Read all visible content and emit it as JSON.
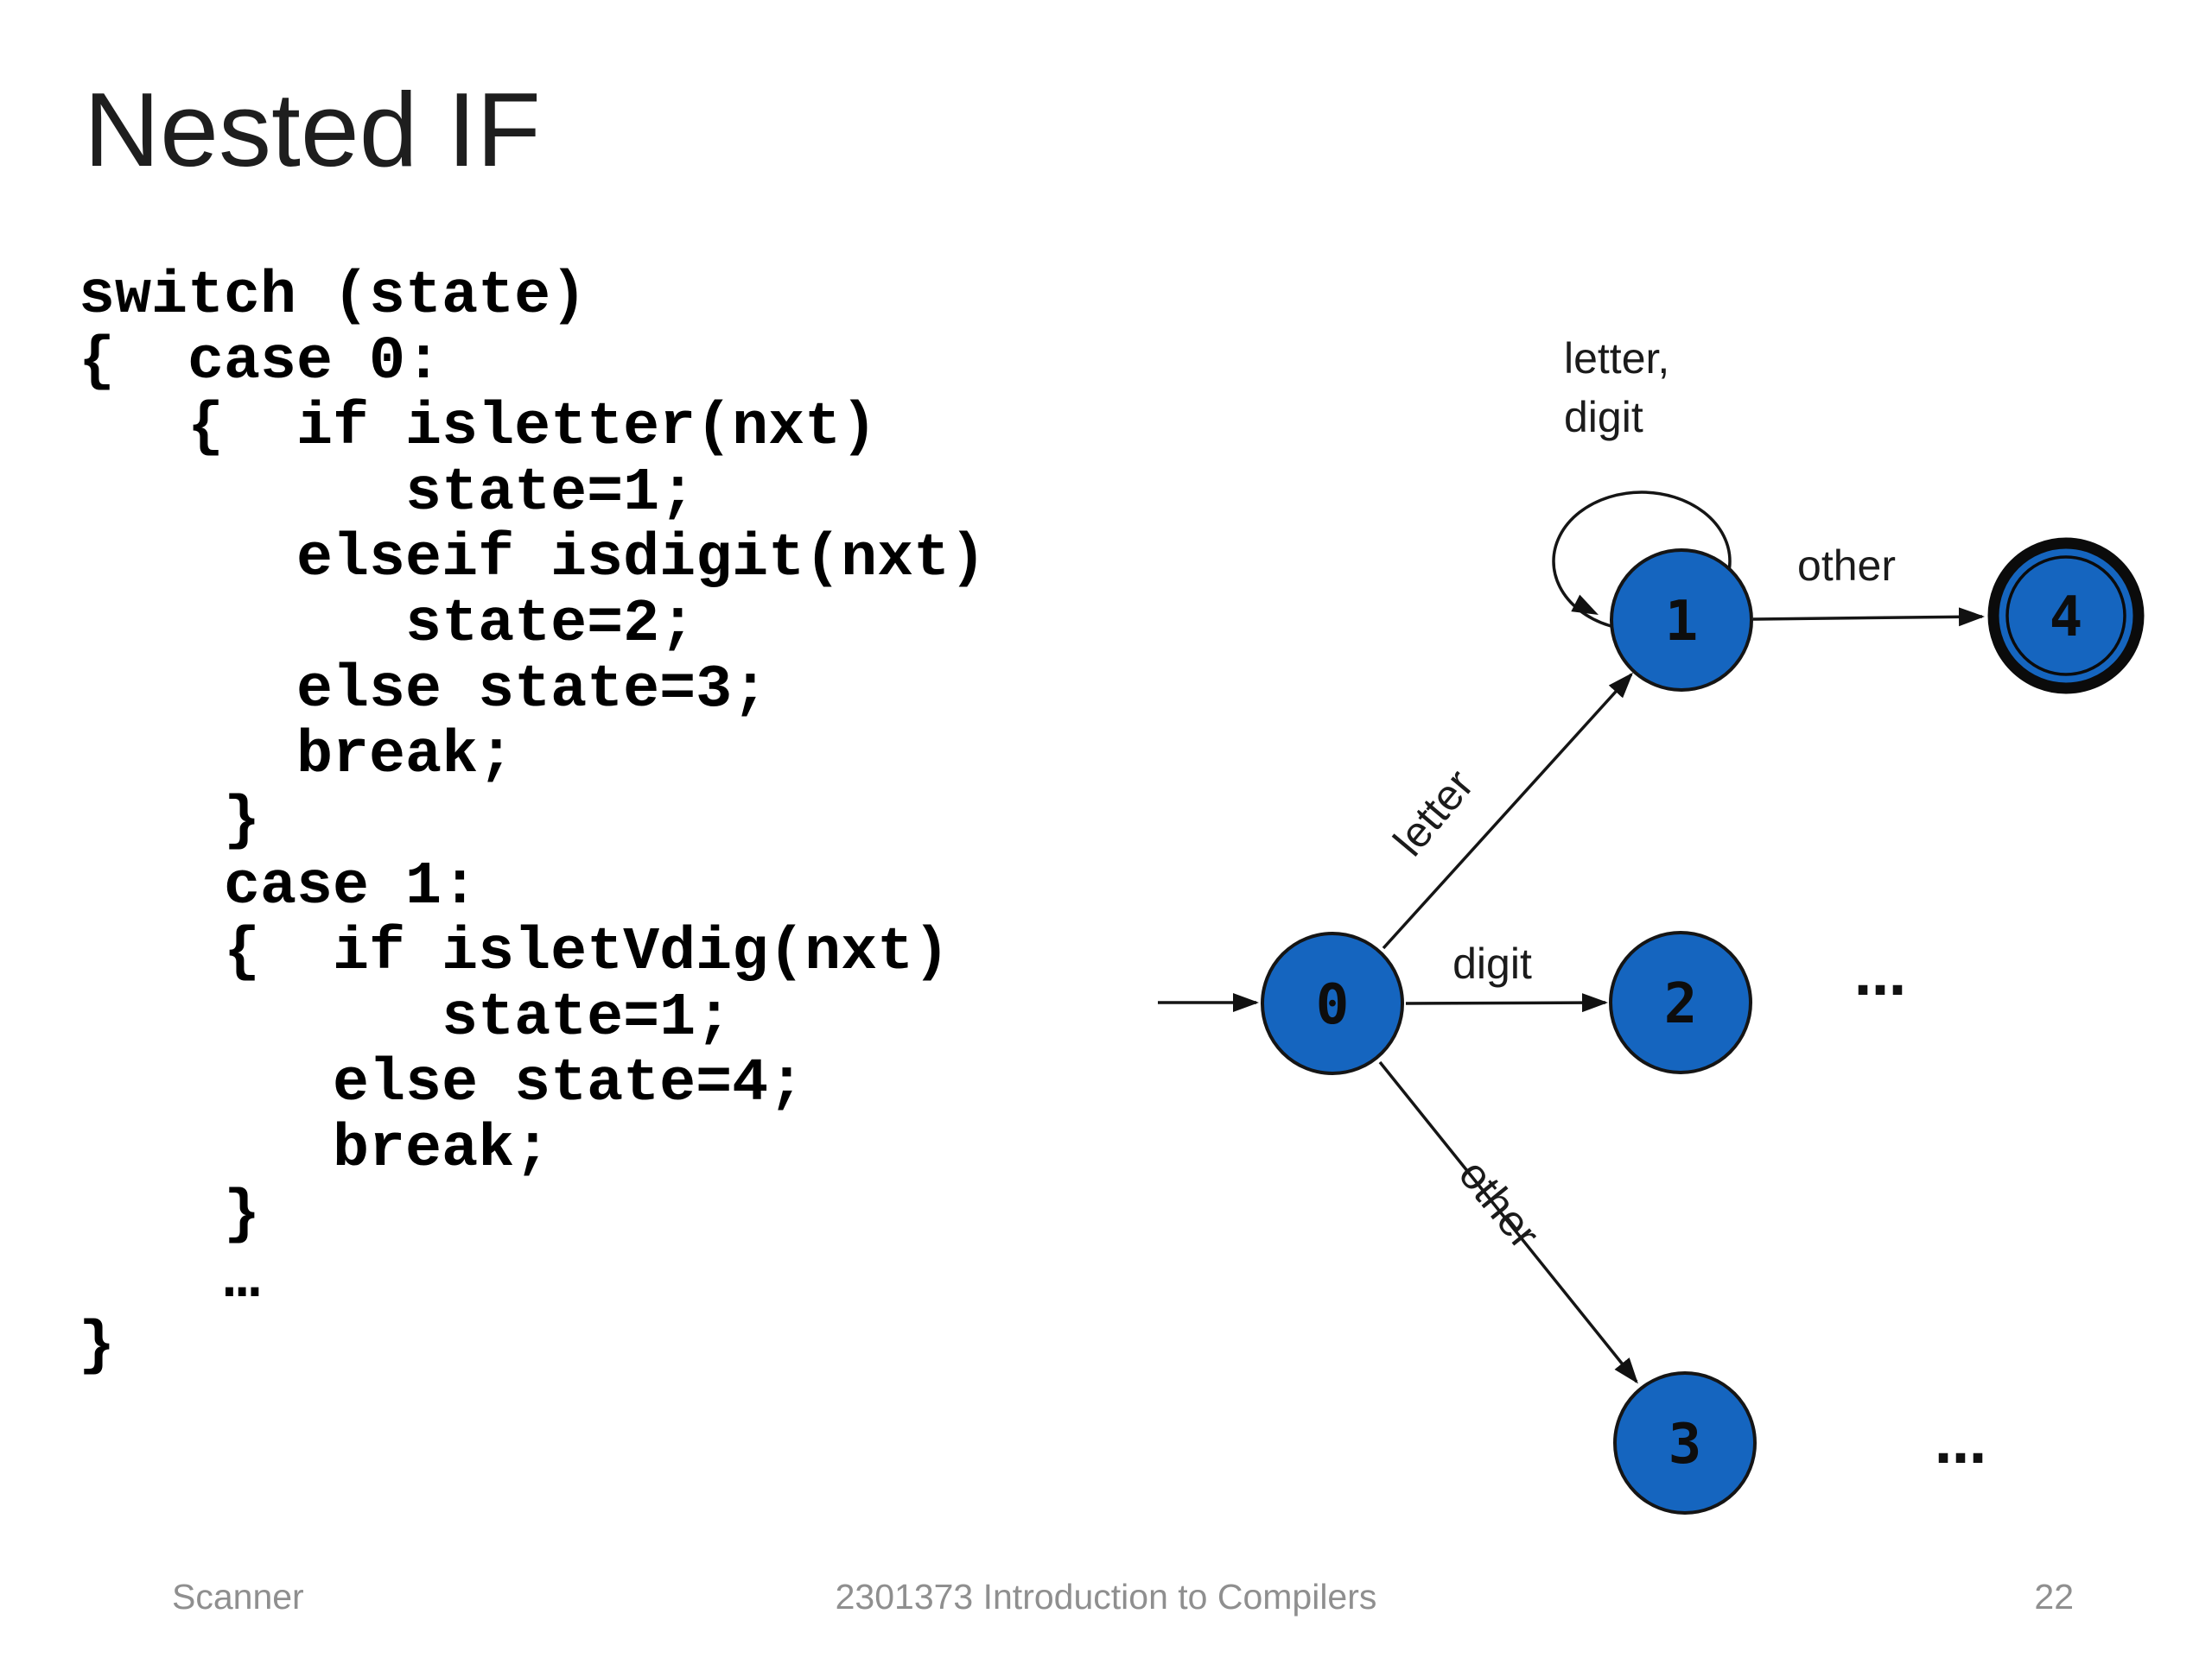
{
  "slide": {
    "title": "Nested IF",
    "code": {
      "lines": [
        "switch (state)",
        "{  case 0:",
        "   {  if isletter(nxt)",
        "         state=1;",
        "      elseif isdigit(nxt)",
        "         state=2;",
        "      else state=3;",
        "      break;",
        "    }",
        "    case 1:",
        "    {  if isletVdig(nxt)",
        "          state=1;",
        "       else state=4;",
        "       break;",
        "    }",
        "    …",
        "}"
      ]
    },
    "footer": {
      "section": "Scanner",
      "course": "2301373 Introduction to Compilers",
      "page_number": "22"
    }
  },
  "diagram": {
    "type": "state-machine",
    "nodes": [
      {
        "id": "0",
        "label": "0",
        "start": true,
        "accepting": false
      },
      {
        "id": "1",
        "label": "1",
        "start": false,
        "accepting": false
      },
      {
        "id": "2",
        "label": "2",
        "start": false,
        "accepting": false
      },
      {
        "id": "3",
        "label": "3",
        "start": false,
        "accepting": false
      },
      {
        "id": "4",
        "label": "4",
        "start": false,
        "accepting": true
      }
    ],
    "edges": [
      {
        "from": "0",
        "to": "1",
        "label": "letter"
      },
      {
        "from": "0",
        "to": "2",
        "label": "digit"
      },
      {
        "from": "0",
        "to": "3",
        "label": "other"
      },
      {
        "from": "1",
        "to": "1",
        "label": "letter, digit"
      },
      {
        "from": "1",
        "to": "4",
        "label": "other"
      }
    ],
    "labels": {
      "self_loop_line1": "letter,",
      "self_loop_line2": "digit",
      "edge_0_1": "letter",
      "edge_0_2": "digit",
      "edge_0_3": "other",
      "edge_1_4": "other",
      "ellipsis_after_2": "…",
      "ellipsis_after_3": "…"
    },
    "colors": {
      "node_fill": "#1565bf",
      "stroke": "#151515"
    }
  }
}
